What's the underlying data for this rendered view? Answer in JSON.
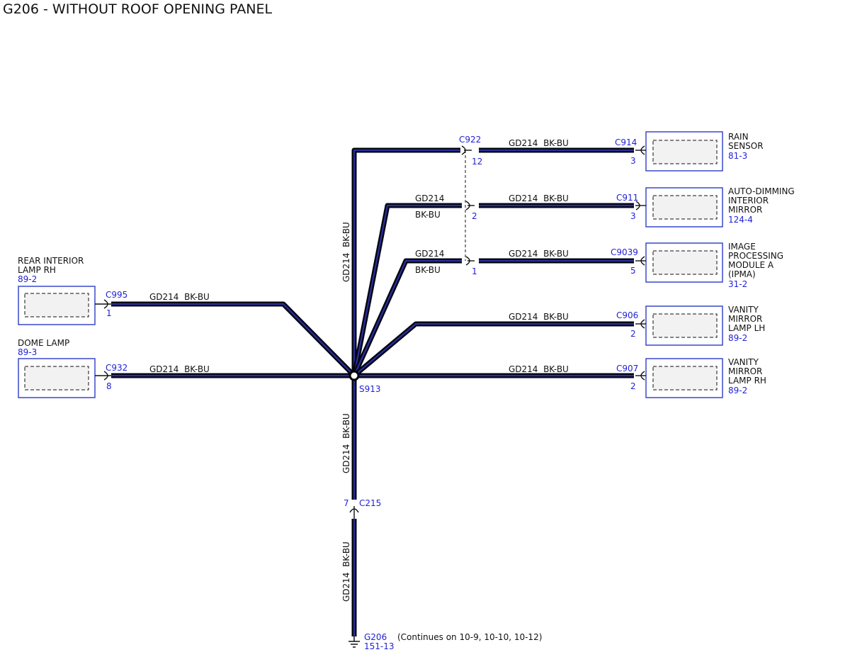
{
  "title": "G206 - WITHOUT ROOF OPENING PANEL",
  "wire": {
    "circuit": "GD214",
    "color": "BK-BU",
    "circuit_color": "GD214  BK-BU"
  },
  "splice": "S913",
  "components": {
    "rain_sensor": {
      "name_lines": [
        "RAIN",
        "SENSOR"
      ],
      "ref": "81-3",
      "connector": "C914",
      "pin": "3"
    },
    "auto_dimming_mirror": {
      "name_lines": [
        "AUTO-DIMMING",
        "INTERIOR",
        "MIRROR"
      ],
      "ref": "124-4",
      "connector": "C911",
      "pin": "3"
    },
    "ipma": {
      "name_lines": [
        "IMAGE",
        "PROCESSING",
        "MODULE A",
        "(IPMA)"
      ],
      "ref": "31-2",
      "connector": "C9039",
      "pin": "5"
    },
    "vanity_lh": {
      "name_lines": [
        "VANITY",
        "MIRROR",
        "LAMP LH"
      ],
      "ref": "89-2",
      "connector": "C906",
      "pin": "2"
    },
    "vanity_rh": {
      "name_lines": [
        "VANITY",
        "MIRROR",
        "LAMP RH"
      ],
      "ref": "89-2",
      "connector": "C907",
      "pin": "2"
    },
    "rear_interior_lamp": {
      "name_lines": [
        "REAR INTERIOR",
        "LAMP RH"
      ],
      "ref": "89-2",
      "connector": "C995",
      "pin": "1"
    },
    "dome_lamp": {
      "name_lines": [
        "DOME LAMP"
      ],
      "ref": "89-3",
      "connector": "C932",
      "pin": "8"
    }
  },
  "inline_connectors": {
    "c922": {
      "name": "C922",
      "pins": [
        "12",
        "2",
        "1"
      ]
    },
    "c215": {
      "name": "C215",
      "pin": "7"
    }
  },
  "ground": {
    "name": "G206",
    "ref": "151-13",
    "note": "(Continues on 10-9, 10-10, 10-12)"
  }
}
